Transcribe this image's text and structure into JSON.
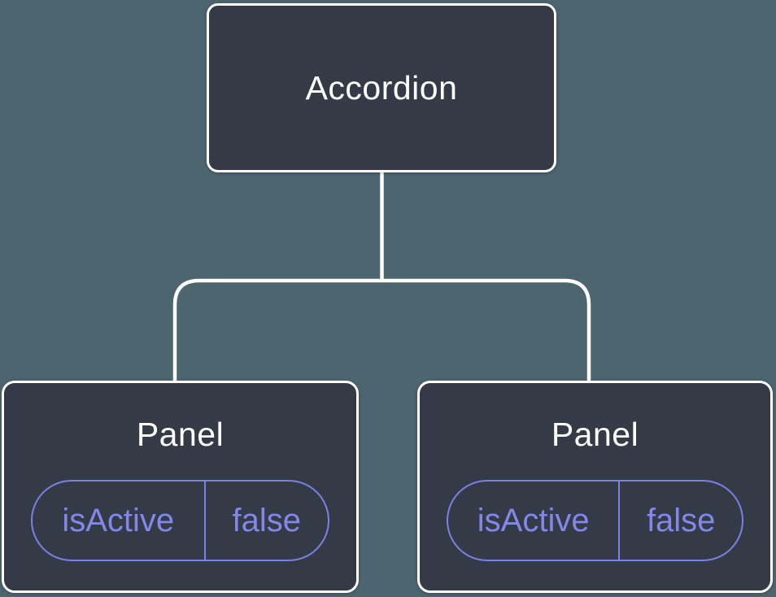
{
  "diagram": {
    "type": "component-tree",
    "root": {
      "label": "Accordion"
    },
    "children": [
      {
        "label": "Panel",
        "state": {
          "key": "isActive",
          "value": "false"
        }
      },
      {
        "label": "Panel",
        "state": {
          "key": "isActive",
          "value": "false"
        }
      }
    ]
  },
  "colors": {
    "background": "#4d656f",
    "node_fill": "#343b47",
    "node_border": "#ffffff",
    "connector": "#ffffff",
    "title_text": "#ffffff",
    "state_border": "#7a80e4",
    "state_text": "#8287e8"
  }
}
